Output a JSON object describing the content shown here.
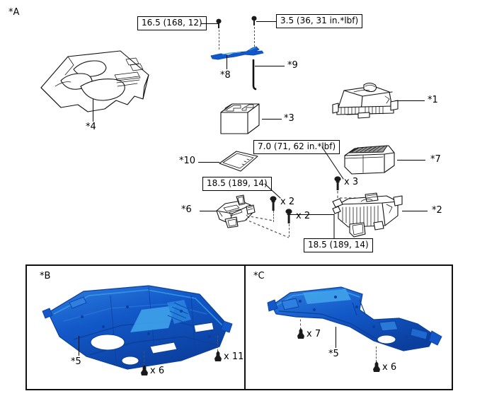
{
  "diagram": {
    "section_a_tag": "*A",
    "callouts": {
      "cover": "*4",
      "bracket_blue": "*8",
      "rod": "*9",
      "battery": "*3",
      "air_cleaner_cap": "*1",
      "air_filter_element": "*7",
      "air_cleaner_case": "*2",
      "gasket_plate": "*10",
      "engine_mount_bracket": "*6"
    },
    "torque_specs": [
      {
        "id": "torque-cover-bolt",
        "text": "16.5 (168, 12)"
      },
      {
        "id": "torque-clamp-bolt",
        "text": "3.5 (36, 31 in.*lbf)"
      },
      {
        "id": "torque-case-bolt",
        "text": "7.0 (71, 62 in.*lbf)"
      },
      {
        "id": "torque-bracket-upper",
        "text": "18.5 (189, 14)"
      },
      {
        "id": "torque-bracket-lower",
        "text": "18.5 (189, 14)"
      }
    ],
    "quantities": [
      {
        "id": "qty-case-bolts",
        "text": "x 3"
      },
      {
        "id": "qty-bracket-bolts-upper",
        "text": "x 2"
      },
      {
        "id": "qty-bracket-bolts-lower",
        "text": "x 2"
      }
    ],
    "panels": [
      {
        "tag": "*B",
        "part_callout": "*5",
        "fasteners": [
          {
            "id": "panel-b-clip-left",
            "text": "x 6"
          },
          {
            "id": "panel-b-clip-right",
            "text": "x 11"
          }
        ]
      },
      {
        "tag": "*C",
        "part_callout": "*5",
        "fasteners": [
          {
            "id": "panel-c-clip-left",
            "text": "x 7"
          },
          {
            "id": "panel-c-clip-right",
            "text": "x 6"
          }
        ]
      }
    ],
    "colors": {
      "part_blue_dark": "#0b4bb5",
      "part_blue_mid": "#1258c8",
      "part_blue_light": "#3a9de8",
      "line": "#111111",
      "dash": "#555555",
      "paper": "#ffffff"
    }
  }
}
